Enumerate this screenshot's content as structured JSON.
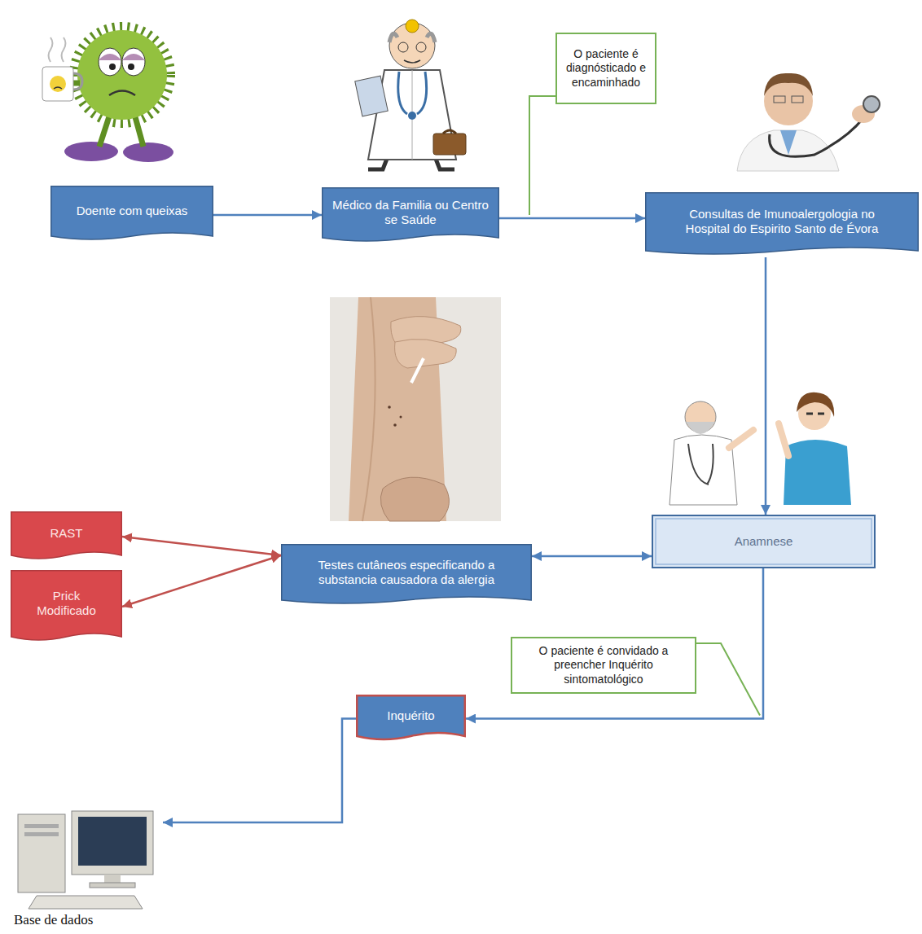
{
  "diagram": {
    "nodes": [
      {
        "text": [
          "Doente com queixas"
        ]
      },
      {
        "text": [
          "Médico da Familia ou Centro se Saúde"
        ]
      },
      {
        "text": [
          "Consultas de Imunoalergologia no Hospital do Espirito Santo de Évora"
        ]
      },
      {
        "text": [
          "Anamnese"
        ]
      },
      {
        "text": [
          "Testes cutâneos especificando a substancia causadora da alergia"
        ]
      },
      {
        "text": [
          "RAST"
        ]
      },
      {
        "text": [
          "Prick Modificado"
        ]
      },
      {
        "text": [
          "Inquérito"
        ]
      },
      {
        "text": [
          "Base de dados"
        ]
      }
    ],
    "edges": [
      {
        "from": 0,
        "to": 1,
        "arrow": "to"
      },
      {
        "from": 1,
        "to": 2,
        "label": "O paciente é diagnósticado e encaminhado",
        "arrow": "to"
      },
      {
        "from": 2,
        "to": 3,
        "arrow": "to"
      },
      {
        "from": 3,
        "to": 4,
        "arrow": "both"
      },
      {
        "from": 4,
        "to": 5,
        "arrow": "both"
      },
      {
        "from": 4,
        "to": 6,
        "arrow": "both"
      },
      {
        "from": 3,
        "to": 7,
        "label": "O paciente é convidado a preencher Inquérito sintomatológico",
        "arrow": "to"
      },
      {
        "from": 7,
        "to": 8,
        "arrow": "to"
      }
    ]
  }
}
